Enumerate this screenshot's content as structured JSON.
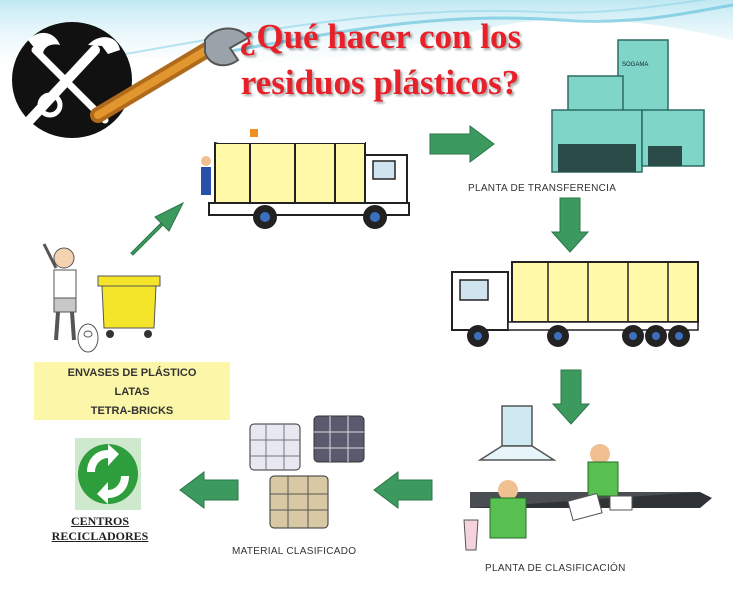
{
  "title": {
    "line1": "¿Qué hacer con los",
    "line2": "residuos plásticos?"
  },
  "labels": {
    "transfer_plant": "PLANTA DE TRANSFERENCIA",
    "classified_material": "MATERIAL CLASIFICADO",
    "classification_plant": "PLANTA DE CLASIFICACIÓN",
    "recyclers_line1": "CENTROS",
    "recyclers_line2": "RECICLADORES",
    "building_sign": "SOGAMA"
  },
  "container_box": {
    "line1": "ENVASES DE PLÁSTICO",
    "line2": "LATAS",
    "line3": "TETRA-BRICKS"
  },
  "colors": {
    "title": "#e8202a",
    "arrow": "#3c9a5f",
    "yellow_bin": "#f5e52a",
    "building": "#7fd6c8",
    "box_bg": "#fcf6a8",
    "recycle_green": "#2e9e3c"
  },
  "icons": [
    "tools-logo-icon",
    "wrench-icon",
    "garbage-truck-icon",
    "transfer-building-icon",
    "trailer-truck-icon",
    "extraction-hood-icon",
    "sorting-workers-icon",
    "bale-icon",
    "recycle-logo-icon",
    "child-icon",
    "yellow-bin-icon"
  ]
}
